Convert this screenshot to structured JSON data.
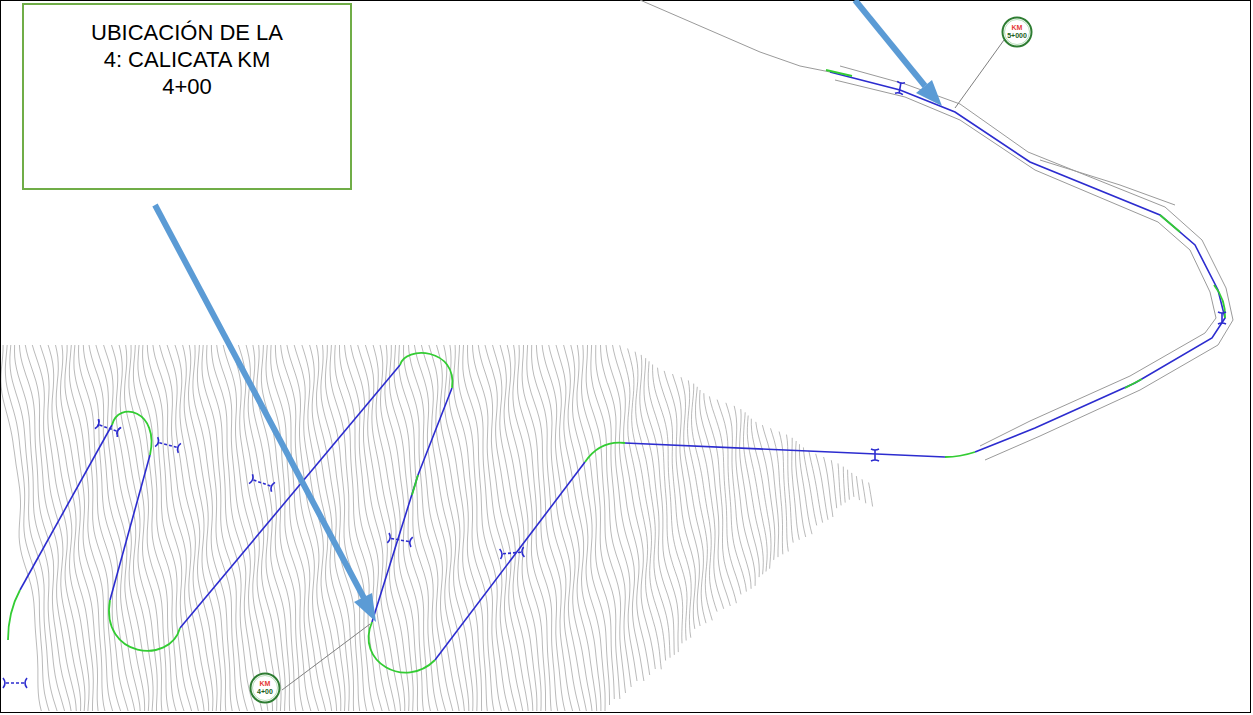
{
  "diagram": {
    "nodes": [
      {
        "text": [
          "UBICACIÓN DE LA 4: CALICATA KM 4+00"
        ]
      },
      {
        "text": [
          "KM",
          "5+000"
        ]
      },
      {
        "text": [
          "KM",
          "4+00"
        ]
      }
    ]
  }
}
